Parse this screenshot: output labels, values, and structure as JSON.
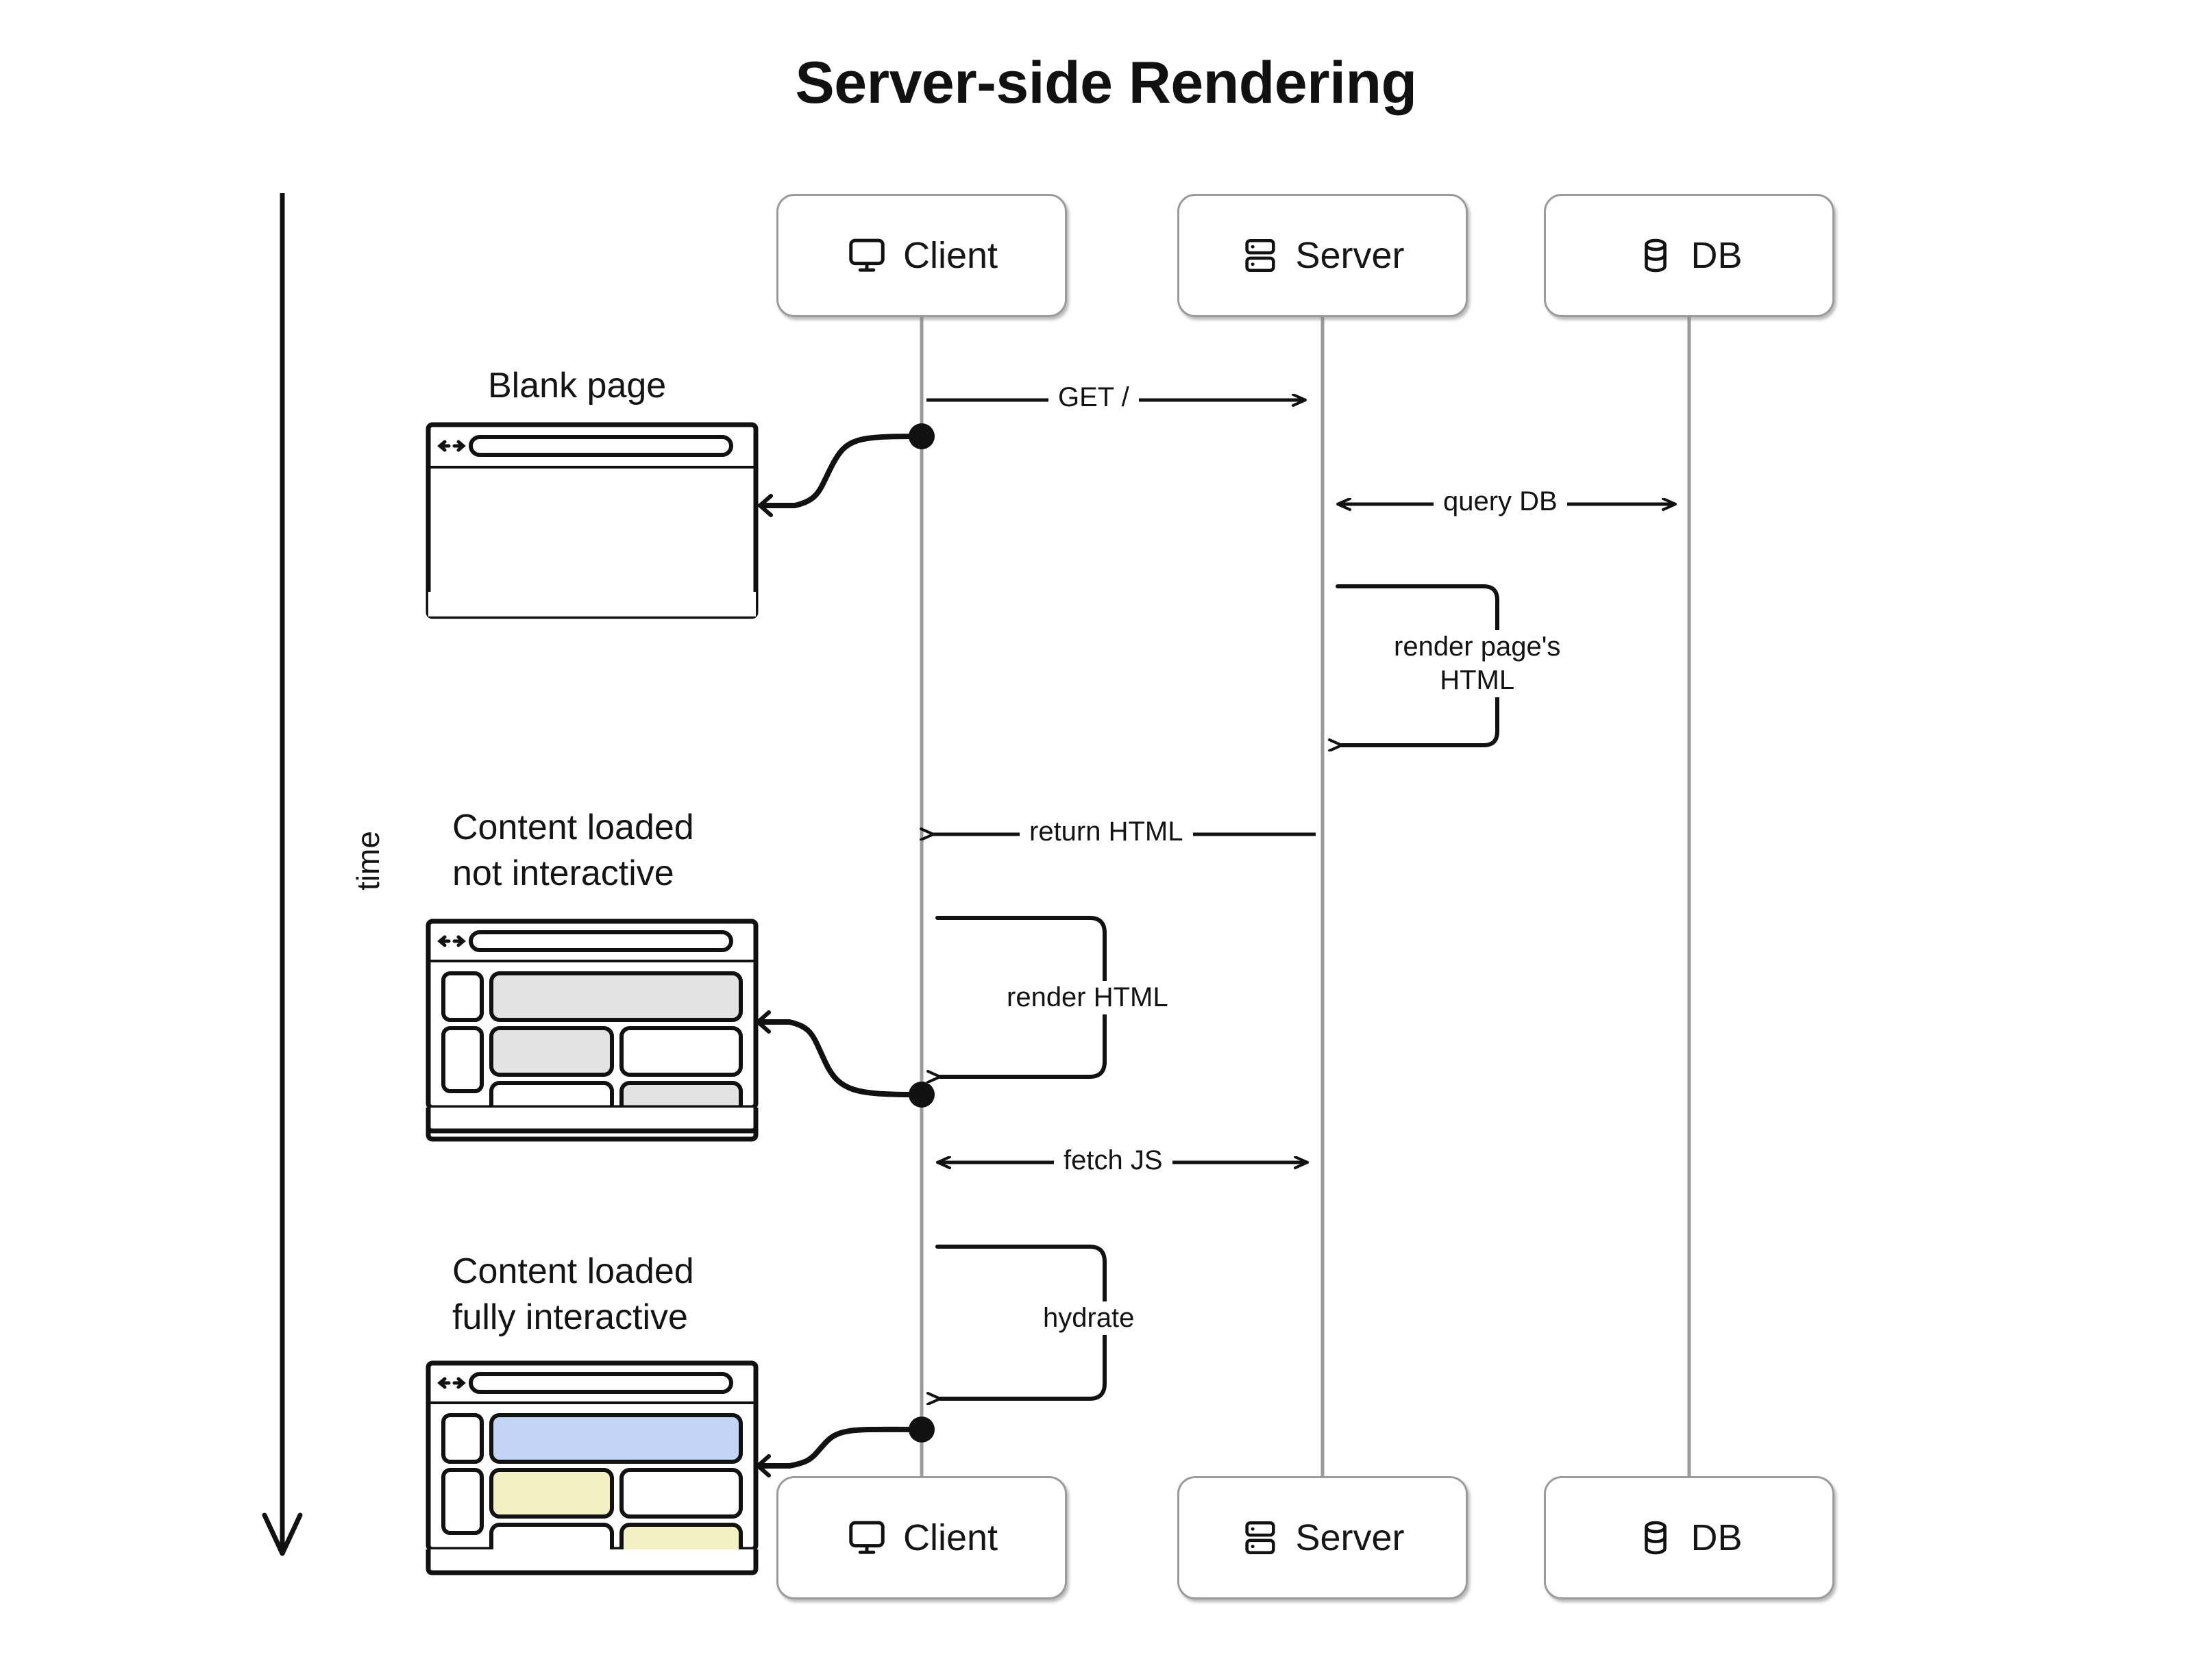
{
  "title": "Server-side Rendering",
  "time_axis": {
    "label": "time",
    "direction": "downward"
  },
  "participants": [
    {
      "id": "client",
      "label": "Client",
      "icon": "monitor-icon"
    },
    {
      "id": "server",
      "label": "Server",
      "icon": "server-rack-icon"
    },
    {
      "id": "db",
      "label": "DB",
      "icon": "database-cylinder-icon"
    }
  ],
  "messages": [
    {
      "id": "get-root",
      "label": "GET /",
      "from": "client",
      "to": "server",
      "kind": "arrow-right"
    },
    {
      "id": "query-db",
      "label": "query DB",
      "from": "server",
      "to": "db",
      "kind": "arrow-both"
    },
    {
      "id": "render-html-server",
      "label": "render page's\nHTML",
      "from": "server",
      "to": "server",
      "kind": "self-loop"
    },
    {
      "id": "return-html",
      "label": "return HTML",
      "from": "server",
      "to": "client",
      "kind": "arrow-left"
    },
    {
      "id": "render-html-client",
      "label": "render HTML",
      "from": "client",
      "to": "client",
      "kind": "self-loop"
    },
    {
      "id": "fetch-js",
      "label": "fetch JS",
      "from": "client",
      "to": "server",
      "kind": "arrow-both"
    },
    {
      "id": "hydrate",
      "label": "hydrate",
      "from": "client",
      "to": "client",
      "kind": "self-loop"
    }
  ],
  "states": [
    {
      "id": "blank-page",
      "caption": "Blank page",
      "mockup": "browser-empty"
    },
    {
      "id": "content-loaded-not-interactive",
      "caption": "Content loaded\nnot interactive",
      "mockup": "browser-grey-blocks"
    },
    {
      "id": "content-loaded-fully-interactive",
      "caption": "Content loaded\nfully interactive",
      "mockup": "browser-colored-blocks"
    }
  ],
  "colors": {
    "block_grey": "#e3e3e3",
    "block_blue": "#c2d5f5",
    "block_yellow": "#f3f1c4",
    "block_white": "#ffffff",
    "lifeline": "#9b9b9b",
    "box_border": "#9b9b9b",
    "stroke": "#111111"
  }
}
